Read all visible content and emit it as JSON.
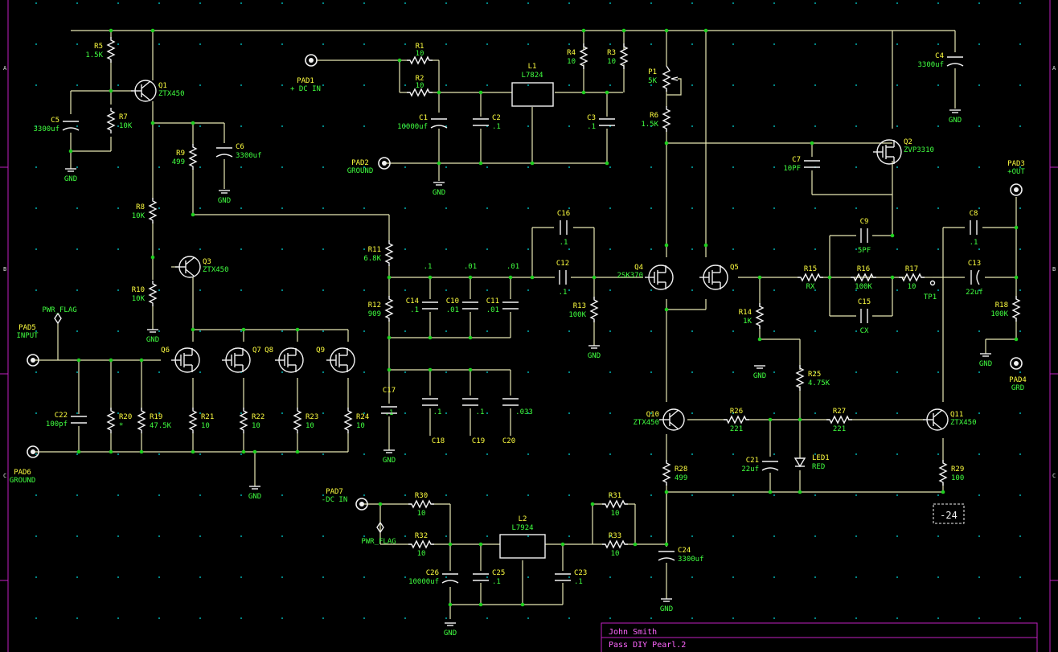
{
  "theme": {
    "background": "#000000",
    "wire": "#e8e8b4",
    "part": "#f2f2f2",
    "reference": "#ffff40",
    "value": "#40ff40",
    "junction": "#1fcf1f",
    "sheet_border": "#c020c0",
    "grid_dot": "#00b0b0"
  },
  "title_block": {
    "author": "John Smith",
    "title": "Pass DIY Pearl.2"
  },
  "power_marker": "-24",
  "pads": [
    {
      "ref": "PAD1",
      "label": "+ DC IN"
    },
    {
      "ref": "PAD2",
      "label": "GROUND"
    },
    {
      "ref": "PAD3",
      "label": "+OUT"
    },
    {
      "ref": "PAD4",
      "label": "GRD"
    },
    {
      "ref": "PAD5",
      "label": "INPUT"
    },
    {
      "ref": "PAD6",
      "label": "GROUND"
    },
    {
      "ref": "PAD7",
      "label": "-DC IN"
    }
  ],
  "pwr_flags": [
    "PWR_FLAG",
    "PWR_FLAG"
  ],
  "gnd_label": "GND",
  "tp1": "TP1",
  "resistors": [
    {
      "ref": "R1",
      "value": "10"
    },
    {
      "ref": "R2",
      "value": "10"
    },
    {
      "ref": "R3",
      "value": "10"
    },
    {
      "ref": "R4",
      "value": "10"
    },
    {
      "ref": "R5",
      "value": "1.5K"
    },
    {
      "ref": "R6",
      "value": "1.5K"
    },
    {
      "ref": "R7",
      "value": "10K"
    },
    {
      "ref": "R8",
      "value": "10K"
    },
    {
      "ref": "R9",
      "value": "499"
    },
    {
      "ref": "R10",
      "value": "10K"
    },
    {
      "ref": "R11",
      "value": "6.8K"
    },
    {
      "ref": "R12",
      "value": "909"
    },
    {
      "ref": "R13",
      "value": "100K"
    },
    {
      "ref": "R14",
      "value": "1K"
    },
    {
      "ref": "R15",
      "value": "RX"
    },
    {
      "ref": "R16",
      "value": "100K"
    },
    {
      "ref": "R17",
      "value": "10"
    },
    {
      "ref": "R18",
      "value": "100K"
    },
    {
      "ref": "R19",
      "value": "47.5K"
    },
    {
      "ref": "R20",
      "value": "*"
    },
    {
      "ref": "R21",
      "value": "10"
    },
    {
      "ref": "R22",
      "value": "10"
    },
    {
      "ref": "R23",
      "value": "10"
    },
    {
      "ref": "R24",
      "value": "10"
    },
    {
      "ref": "R25",
      "value": "4.75K"
    },
    {
      "ref": "R26",
      "value": "221"
    },
    {
      "ref": "R27",
      "value": "221"
    },
    {
      "ref": "R28",
      "value": "499"
    },
    {
      "ref": "R29",
      "value": "100"
    },
    {
      "ref": "R30",
      "value": "10"
    },
    {
      "ref": "R31",
      "value": "10"
    },
    {
      "ref": "R32",
      "value": "10"
    },
    {
      "ref": "R33",
      "value": "10"
    }
  ],
  "capacitors": [
    {
      "ref": "C1",
      "value": "10000uf"
    },
    {
      "ref": "C2",
      "value": ".1"
    },
    {
      "ref": "C3",
      "value": ".1"
    },
    {
      "ref": "C4",
      "value": "3300uf"
    },
    {
      "ref": "C5",
      "value": "3300uf"
    },
    {
      "ref": "C6",
      "value": "3300uf"
    },
    {
      "ref": "C7",
      "value": "10PF"
    },
    {
      "ref": "C8",
      "value": ".1"
    },
    {
      "ref": "C9",
      "value": "5PF"
    },
    {
      "ref": "C10",
      "value": ".01"
    },
    {
      "ref": "C11",
      "value": ".01"
    },
    {
      "ref": "C12",
      "value": ".1"
    },
    {
      "ref": "C13",
      "value": "22uf"
    },
    {
      "ref": "C14",
      "value": ".1"
    },
    {
      "ref": "C15",
      "value": "CX"
    },
    {
      "ref": "C16",
      "value": ".1"
    },
    {
      "ref": "C17",
      "value": ".1"
    },
    {
      "ref": "C18",
      "value": ".1"
    },
    {
      "ref": "C19",
      "value": ".1"
    },
    {
      "ref": "C20",
      "value": ".033"
    },
    {
      "ref": "C21",
      "value": "22uf"
    },
    {
      "ref": "C22",
      "value": "100pf"
    },
    {
      "ref": "C23",
      "value": ".1"
    },
    {
      "ref": "C24",
      "value": "3300uf"
    },
    {
      "ref": "C25",
      "value": ".1"
    },
    {
      "ref": "C26",
      "value": "10000uf"
    }
  ],
  "transistors": [
    {
      "ref": "Q1",
      "value": "ZTX450"
    },
    {
      "ref": "Q2",
      "value": "ZVP3310"
    },
    {
      "ref": "Q3",
      "value": "ZTX450"
    },
    {
      "ref": "Q4",
      "value": "2SK370"
    },
    {
      "ref": "Q5",
      "value": ""
    },
    {
      "ref": "Q6",
      "value": ""
    },
    {
      "ref": "Q7",
      "value": ""
    },
    {
      "ref": "Q8",
      "value": ""
    },
    {
      "ref": "Q9",
      "value": ""
    },
    {
      "ref": "Q10",
      "value": "ZTX450"
    },
    {
      "ref": "Q11",
      "value": "ZTX450"
    }
  ],
  "regulators": [
    {
      "ref": "L1",
      "value": "L7824"
    },
    {
      "ref": "L2",
      "value": "L7924"
    }
  ],
  "pot": {
    "ref": "P1",
    "value": "5K"
  },
  "led": {
    "ref": "LED1",
    "value": "RED"
  },
  "border_marks": {
    "left": [
      "A",
      "B",
      "C"
    ]
  }
}
